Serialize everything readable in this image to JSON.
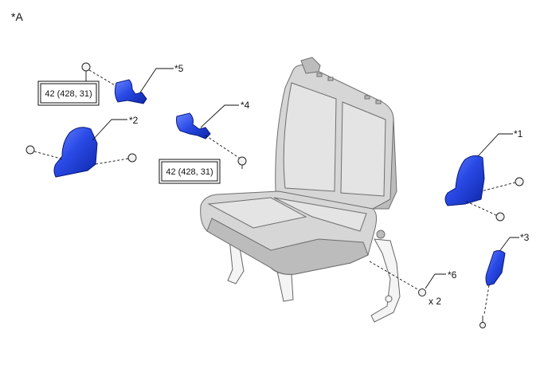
{
  "view_label": "*A",
  "callouts": {
    "c1": "*1",
    "c2": "*2",
    "c3": "*3",
    "c4": "*4",
    "c5": "*5",
    "c6": "*6"
  },
  "torque_specs": {
    "upper": "42 (428, 31)",
    "middle": "42 (428, 31)"
  },
  "quantity_note": "x 2",
  "colors": {
    "part_highlight": "#1e3fd8",
    "seat_body": "#d6d6d6",
    "line": "#111111"
  }
}
